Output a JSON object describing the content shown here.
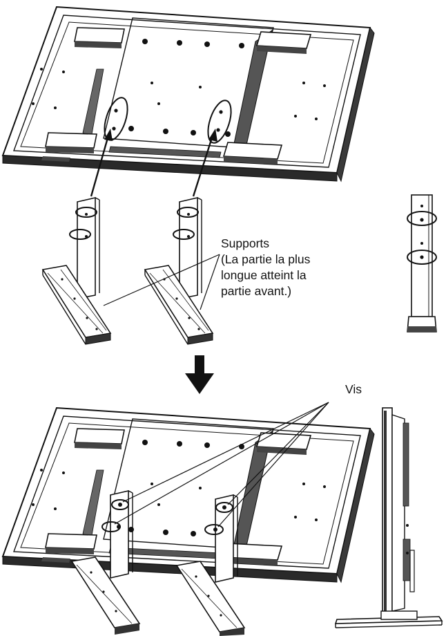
{
  "labels": {
    "supports": {
      "title": "Supports",
      "line1": "(La partie la plus",
      "line2": "longue atteint la",
      "line3": "partie avant.)"
    },
    "screws": "Vis"
  },
  "colors": {
    "ink": "#111111",
    "panel": "#ffffff",
    "dark": "#2a2a2a"
  },
  "steps": [
    "stand-insertion",
    "screw-fastening"
  ]
}
